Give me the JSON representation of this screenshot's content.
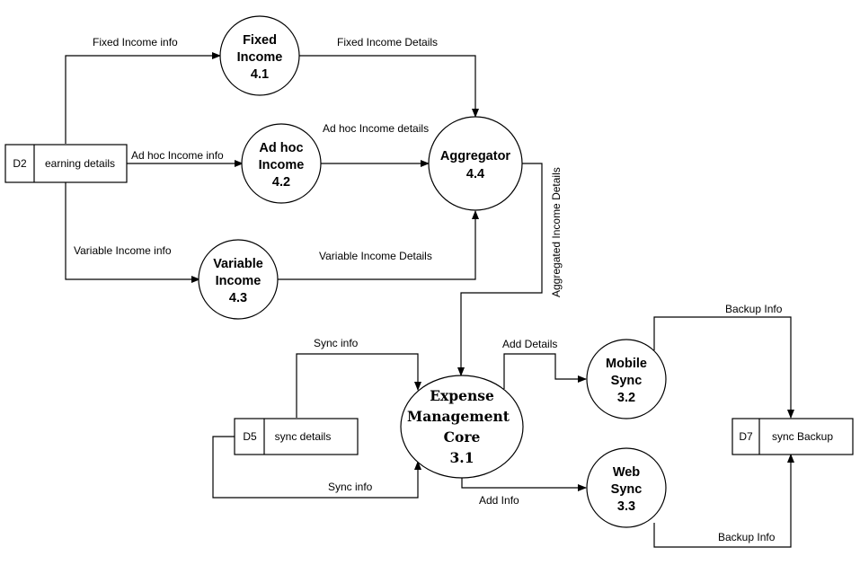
{
  "processes": {
    "fixed_income": {
      "lines": [
        "Fixed",
        "Income",
        "4.1"
      ]
    },
    "adhoc_income": {
      "lines": [
        "Ad hoc",
        "Income",
        "4.2"
      ]
    },
    "variable_income": {
      "lines": [
        "Variable",
        "Income",
        "4.3"
      ]
    },
    "aggregator": {
      "lines": [
        "Aggregator",
        "4.4"
      ]
    },
    "expense_core": {
      "lines": [
        "Expense",
        "Management",
        "Core",
        "3.1"
      ]
    },
    "mobile_sync": {
      "lines": [
        "Mobile",
        "Sync",
        "3.2"
      ]
    },
    "web_sync": {
      "lines": [
        "Web",
        "Sync",
        "3.3"
      ]
    }
  },
  "stores": {
    "earning": {
      "id": "D2",
      "name": "earning details"
    },
    "sync": {
      "id": "D5",
      "name": "sync details"
    },
    "backup": {
      "id": "D7",
      "name": "sync Backup"
    }
  },
  "flows": {
    "fixed_income_info": "Fixed Income info",
    "fixed_income_details": "Fixed Income Details",
    "adhoc_income_info": "Ad hoc Income info",
    "adhoc_income_details": "Ad hoc Income details",
    "variable_income_info": "Variable Income info",
    "variable_income_details": "Variable Income Details",
    "aggregated_income_details": "Aggregated Income Details",
    "sync_info_out": "Sync info",
    "sync_info_in": "Sync info",
    "add_details": "Add Details",
    "add_info": "Add Info",
    "backup_info_mobile": "Backup Info",
    "backup_info_web": "Backup Info"
  }
}
